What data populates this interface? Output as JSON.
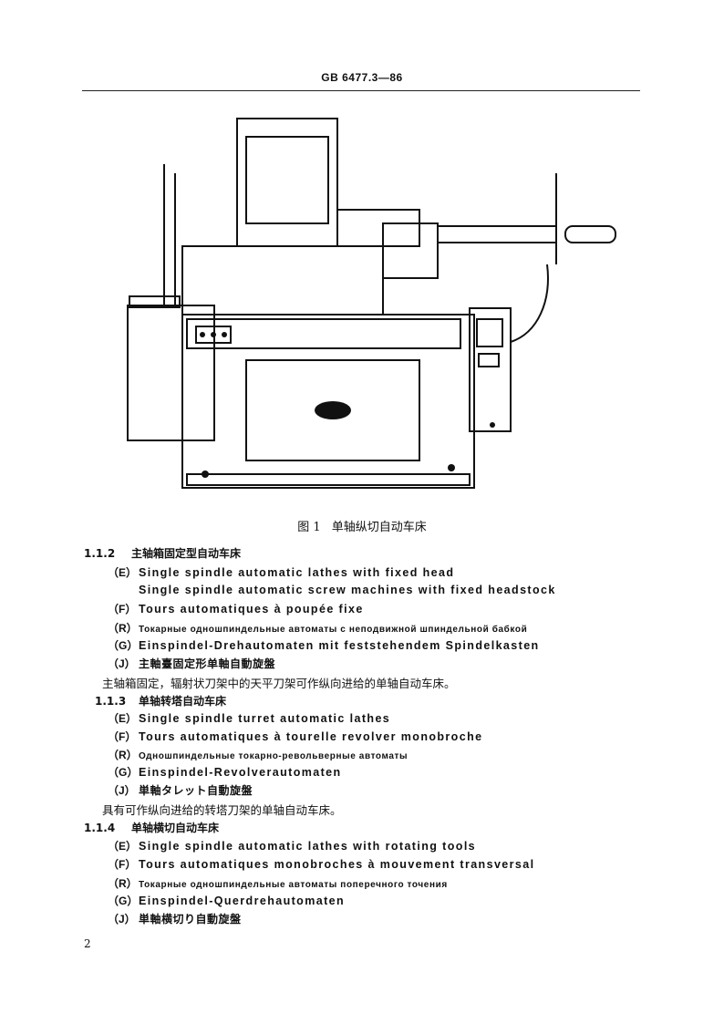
{
  "header": {
    "standard": "GB 6477.3—86"
  },
  "figure": {
    "caption_label": "图 1",
    "caption_text": "单轴纵切自动车床"
  },
  "sections": [
    {
      "number": "1.1.2",
      "title": "主轴箱固定型自动车床",
      "terms": [
        {
          "lang": "（E）",
          "text": "Single spindle automatic lathes with fixed head"
        },
        {
          "lang": "",
          "text": "Single spindle automatic screw machines with fixed headstock"
        },
        {
          "lang": "（F）",
          "text": "Tours automatiques à poupée fixe"
        },
        {
          "lang": "（R）",
          "text": "Токарные одношпиндельные автоматы с неподвижной шпиндельной бабкой"
        },
        {
          "lang": "（G）",
          "text": "Einspindel-Drehautomaten mit feststehendem Spindelkasten"
        },
        {
          "lang": "（J）",
          "text": "主軸臺固定形单軸自動旋盤"
        }
      ],
      "definition": "主轴箱固定，辐射状刀架中的天平刀架可作纵向进给的单轴自动车床。"
    },
    {
      "number": "1.1.3",
      "title": "单轴转塔自动车床",
      "terms": [
        {
          "lang": "（E）",
          "text": "Single spindle turret automatic lathes"
        },
        {
          "lang": "（F）",
          "text": "Tours automatiques à tourelle revolver monobroche"
        },
        {
          "lang": "（R）",
          "text": "Одношпиндельные токарно-револьверные автоматы"
        },
        {
          "lang": "（G）",
          "text": "Einspindel-Revolverautomaten"
        },
        {
          "lang": "（J）",
          "text": "単軸タレット自動旋盤"
        }
      ],
      "definition": "具有可作纵向进给的转塔刀架的单轴自动车床。"
    },
    {
      "number": "1.1.4",
      "title": "单轴横切自动车床",
      "terms": [
        {
          "lang": "（E）",
          "text": "Single spindle automatic lathes with rotating tools"
        },
        {
          "lang": "（F）",
          "text": "Tours automatiques monobroches à mouvement transversal"
        },
        {
          "lang": "（R）",
          "text": "Токарные одношпиндельные автоматы поперечного точения"
        },
        {
          "lang": "（G）",
          "text": "Einspindel-Querdrehautomaten"
        },
        {
          "lang": "（J）",
          "text": "単軸横切り自動旋盤"
        }
      ]
    }
  ],
  "page_number": "2"
}
